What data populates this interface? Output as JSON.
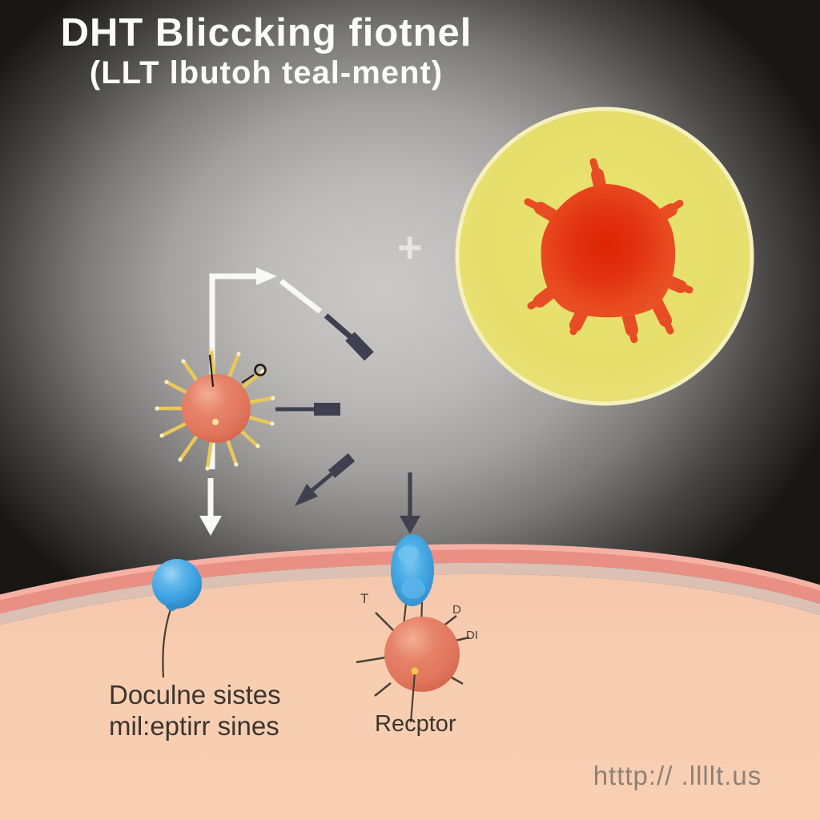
{
  "title": {
    "line1": "DHT Bliccking fiotnel",
    "line2": "(LLT lbutoh teal-ment)"
  },
  "symbols": {
    "plus": "+"
  },
  "membrane_labels": {
    "binding_sites_line1": "Doculne sistes",
    "binding_sites_line2": "mil:eptirr sines",
    "receptor": "Recptor"
  },
  "receptor_markers": {
    "t": "T",
    "d": "D",
    "di": "DI"
  },
  "watermark": "htttp:// .llllt.us",
  "icons": {
    "dht-molecule-icon": "coral sphere with yellow spikes",
    "target-cell-icon": "yellow circle with red spiky blob",
    "receptor-icon": "coral sphere with dark spikes",
    "blocker-capsule-icon": "blue capsule",
    "blocker-balloon-icon": "blue balloon on membrane"
  },
  "colors": {
    "background_light": "#cccac8",
    "background_dark": "#191714",
    "title_text": "#fbfbfa",
    "yellow_cell": "#e6de6c",
    "yellow_cell_rim": "#f5f1bd",
    "red_blob": "#e23312",
    "coral_sphere": "#e68268",
    "spike_yellow": "#e9c85a",
    "blue_blocker": "#3b9fdf",
    "membrane_rose": "#eb948a",
    "membrane_stripe": "#dcc0b4",
    "membrane_peach": "#f8ceb1",
    "arrow_dark": "#3e4050",
    "arrow_white": "#f8f8f6",
    "label_text": "#3b352f",
    "watermark_text": "#8d8078"
  }
}
